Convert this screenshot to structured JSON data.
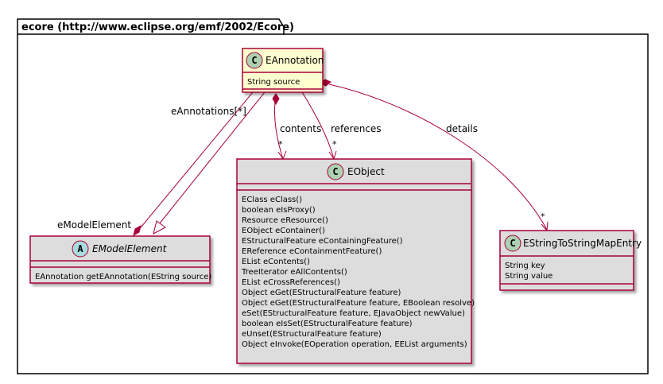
{
  "package": {
    "title": "ecore (http://www.eclipse.org/emf/2002/Ecore)"
  },
  "classes": {
    "eannotation": {
      "badge": "C",
      "name": "EAnnotation",
      "members": [
        "String source"
      ]
    },
    "eobject": {
      "badge": "C",
      "name": "EObject",
      "members": [
        "EClass eClass()",
        "boolean eIsProxy()",
        "Resource eResource()",
        "EObject eContainer()",
        "EStructuralFeature eContainingFeature()",
        "EReference eContainmentFeature()",
        "EList eContents()",
        "TreeIterator eAllContents()",
        "EList eCrossReferences()",
        "Object eGet(EStructuralFeature feature)",
        "Object eGet(EStructuralFeature feature, EBoolean resolve)",
        "eSet(EStructuralFeature feature, EJavaObject newValue)",
        "boolean eIsSet(EStructuralFeature feature)",
        "eUnset(EStructuralFeature feature)",
        "Object eInvoke(EOperation operation, EEList arguments)"
      ]
    },
    "emodelelement": {
      "badge": "A",
      "name": "EModelElement",
      "members": [
        "EAnnotation getEAnnotation(EString source)"
      ]
    },
    "estringmap": {
      "badge": "C",
      "name": "EStringToStringMapEntry",
      "members": [
        "String key",
        "String value"
      ]
    }
  },
  "relations": {
    "eannotations_role": "eAnnotations[*]",
    "emodelelement_role": "eModelElement",
    "contents_label": "contents",
    "contents_mult": "*",
    "references_label": "references",
    "references_mult": "*",
    "details_label": "details",
    "details_mult": "*"
  },
  "colors": {
    "border": "#A80036",
    "fill": "#FEFECE",
    "highlight_fill": "#DDDDDD",
    "class_badge": "#ADD1B2",
    "abstract_badge": "#A9DCDF"
  }
}
